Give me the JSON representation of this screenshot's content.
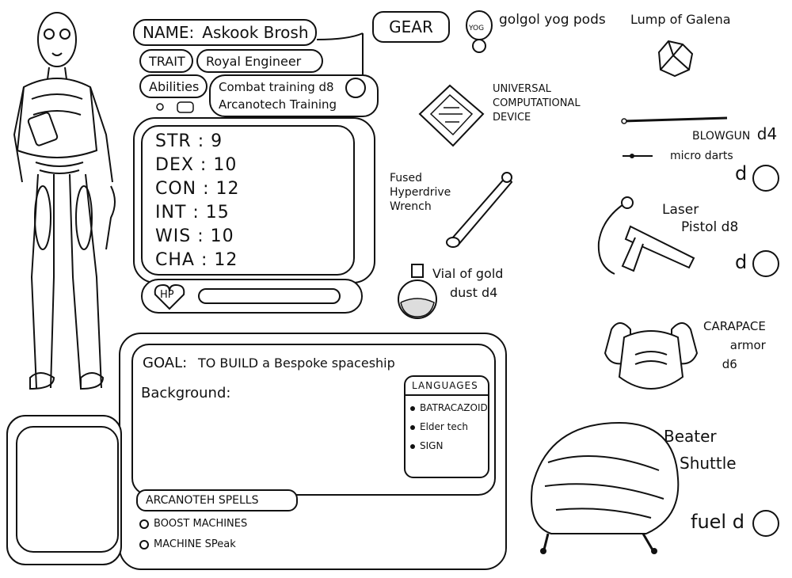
{
  "sheet": {
    "name_label": "NAME:",
    "name_value": "Askook Brosh",
    "trait_label": "TRAIT",
    "trait_value": "Royal Engineer",
    "abilities_label": "Abilities",
    "abilities": [
      "Combat training d8",
      "Arcanotech Training"
    ],
    "gear_label": "GEAR",
    "hp_label": "HP",
    "stats": [
      {
        "label": "STR",
        "value": "9"
      },
      {
        "label": "DEX",
        "value": "10"
      },
      {
        "label": "CON",
        "value": "12"
      },
      {
        "label": "INT",
        "value": "15"
      },
      {
        "label": "WIS",
        "value": "10"
      },
      {
        "label": "CHA",
        "value": "12"
      }
    ]
  },
  "goal": {
    "label": "GOAL:",
    "text": "TO BUILD a Bespoke spaceship",
    "background_label": "Background:"
  },
  "languages": {
    "title": "LANGUAGES",
    "items": [
      "BATRACAZOID",
      "Elder tech",
      "SIGN"
    ]
  },
  "spells": {
    "title": "ARCANOTEH SPELLS",
    "items": [
      "BOOST MACHINES",
      "MACHINE SPeak"
    ]
  },
  "items": {
    "pods": "golgol yog pods",
    "pods_icon_text": "YOG",
    "galena": "Lump of Galena",
    "ucd": [
      "UNIVERSAL",
      "COMPUTATIONAL",
      "DEVICE"
    ],
    "blowgun": "BLOWGUN",
    "blowgun_die": "d4",
    "darts": "micro darts",
    "darts_die": "d",
    "wrench": [
      "Fused",
      "Hyperdrive",
      "Wrench"
    ],
    "laser": [
      "Laser",
      "Pistol d8"
    ],
    "laser_die": "d",
    "vial": [
      "Vial of gold",
      "dust d4"
    ],
    "armor": [
      "CARAPACE",
      "armor",
      "d6"
    ],
    "shuttle": [
      "Beater",
      "Shuttle"
    ],
    "fuel": "fuel d"
  }
}
